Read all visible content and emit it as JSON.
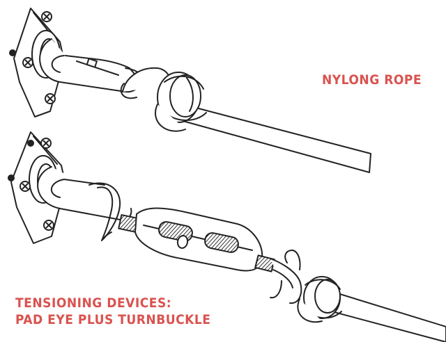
{
  "labels": {
    "top": "NYLONG ROPE",
    "bottom_line1": "TENSIONING DEVICES:",
    "bottom_line2": "PAD EYE PLUS TURNBUCKLE"
  },
  "colors": {
    "label": "#d9534f",
    "stroke": "#222222",
    "fill": "#ffffff",
    "thread": "#444444"
  },
  "icons": [
    "pad-eye-plate",
    "screw-head",
    "snap-hook",
    "s-hook",
    "rope-knot",
    "turnbuckle"
  ]
}
